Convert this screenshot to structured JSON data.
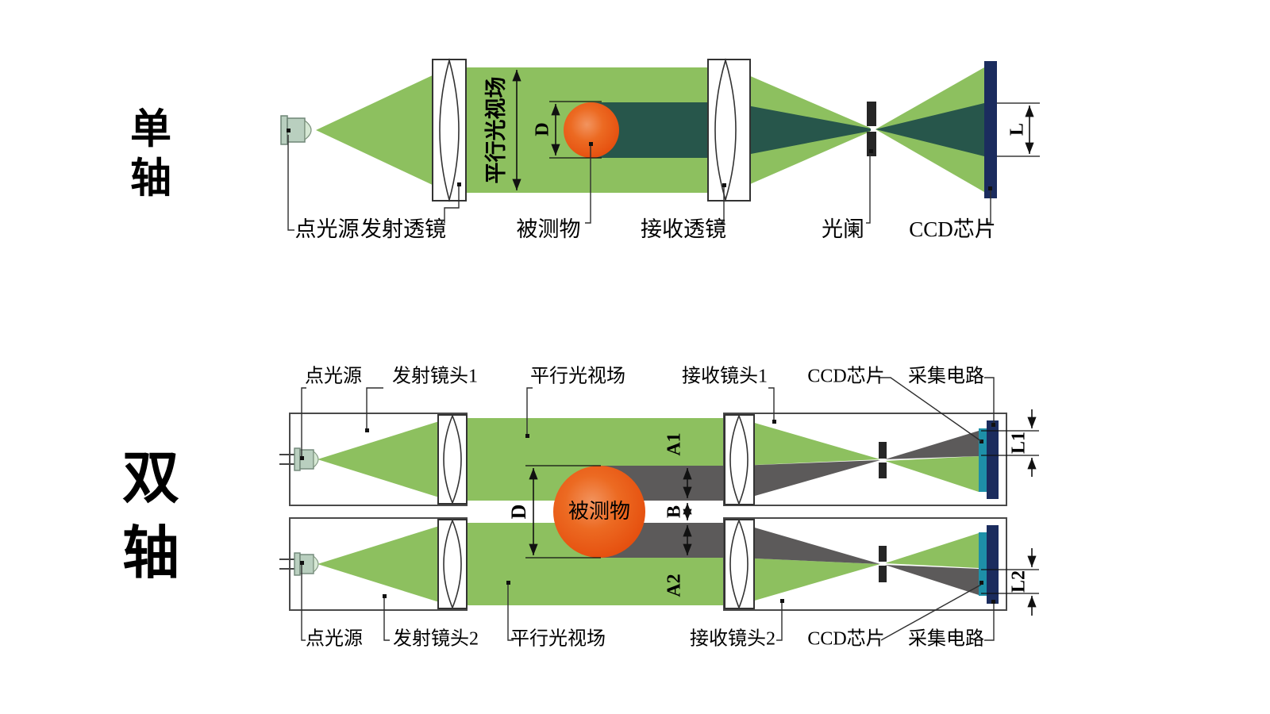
{
  "colors": {
    "beam": "#8dc05f",
    "shadow_single": "#27564b",
    "shadow_dual": "#5c5a5a",
    "ball_inner": "#f2945f",
    "ball_mid": "#ec6a22",
    "ball_outer": "#e54d0d",
    "ccd_navy": "#1b2c5e",
    "ccd_teal": "#1e90a8",
    "aperture": "#262626",
    "source_body": "#b9cfbf",
    "source_tip": "#d6e8d4"
  },
  "single": {
    "side_label": "单轴",
    "labels": {
      "source": "点光源",
      "emit_lens": "发射透镜",
      "object": "被测物",
      "recv_lens": "接收透镜",
      "aperture": "光阑",
      "ccd": "CCD芯片"
    },
    "dims": {
      "field": "平行光视场",
      "diameter": "D",
      "image": "L"
    }
  },
  "dual": {
    "side_label": "双轴",
    "object_label": "被测物",
    "top": {
      "source": "点光源",
      "emit_lens": "发射镜头1",
      "field": "平行光视场",
      "recv_lens": "接收镜头1",
      "ccd": "CCD芯片",
      "circuit": "采集电路"
    },
    "bottom": {
      "source": "点光源",
      "emit_lens": "发射镜头2",
      "field": "平行光视场",
      "recv_lens": "接收镜头2",
      "ccd": "CCD芯片",
      "circuit": "采集电路"
    },
    "dims": {
      "diameter": "D",
      "a1": "A1",
      "b": "B",
      "a2": "A2",
      "l1": "L1",
      "l2": "L2"
    }
  }
}
